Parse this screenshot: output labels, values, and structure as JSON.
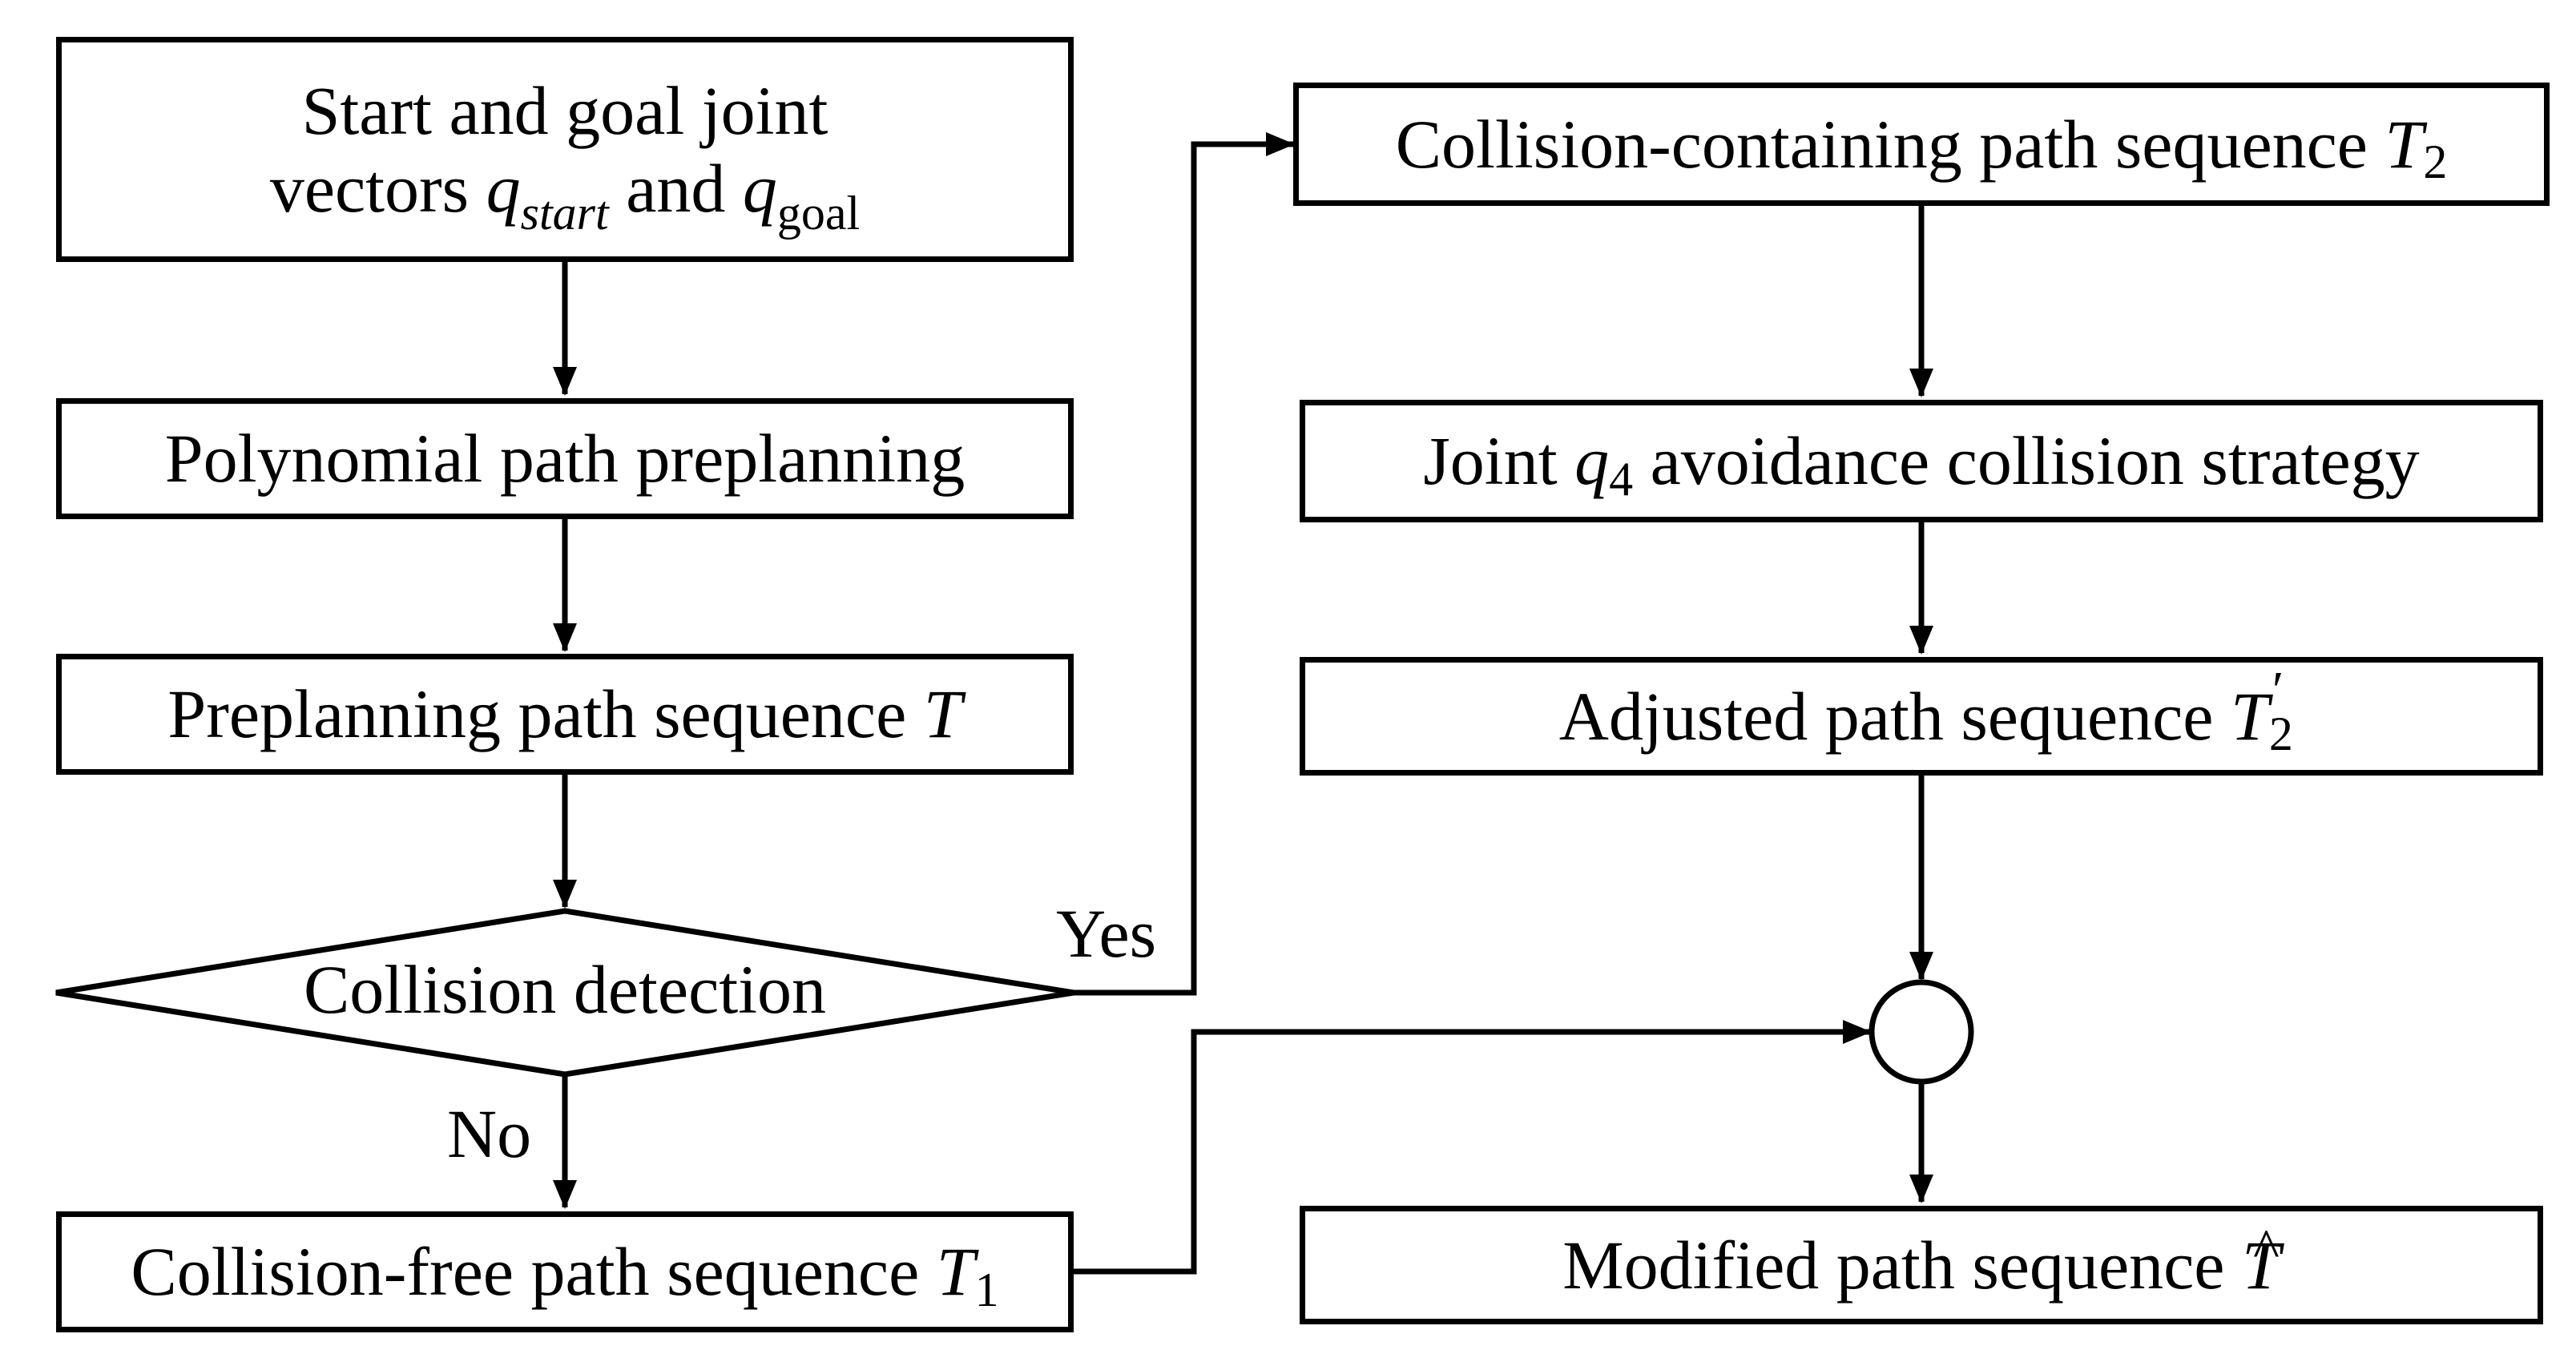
{
  "diagram": {
    "nodes": {
      "start_goal": {
        "line1": "Start and goal joint",
        "line2_prefix": "vectors ",
        "q_start_symbol": "q",
        "q_start_subscript": "start",
        "and_text": " and ",
        "q_goal_symbol": "q",
        "q_goal_subscript": "goal"
      },
      "polynomial": {
        "label": "Polynomial path preplanning"
      },
      "preplanning_seq": {
        "label": "Preplanning path sequence ",
        "symbol": "T"
      },
      "collision_detection": {
        "label": "Collision detection"
      },
      "collision_free": {
        "label": "Collision-free path sequence ",
        "symbol": "T",
        "subscript": "1"
      },
      "collision_containing": {
        "label": "Collision-containing path sequence ",
        "symbol": "T",
        "subscript": "2"
      },
      "avoidance": {
        "prefix": "Joint ",
        "symbol": "q",
        "subscript": "4",
        "suffix": " avoidance collision strategy"
      },
      "adjusted": {
        "label": "Adjusted path sequence ",
        "symbol": "T",
        "subscript": "2",
        "prime": "′"
      },
      "modified": {
        "label": "Modified path sequence ",
        "symbol": "T"
      }
    },
    "edge_labels": {
      "yes": "Yes",
      "no": "No"
    },
    "stroke_color": "#000000"
  }
}
